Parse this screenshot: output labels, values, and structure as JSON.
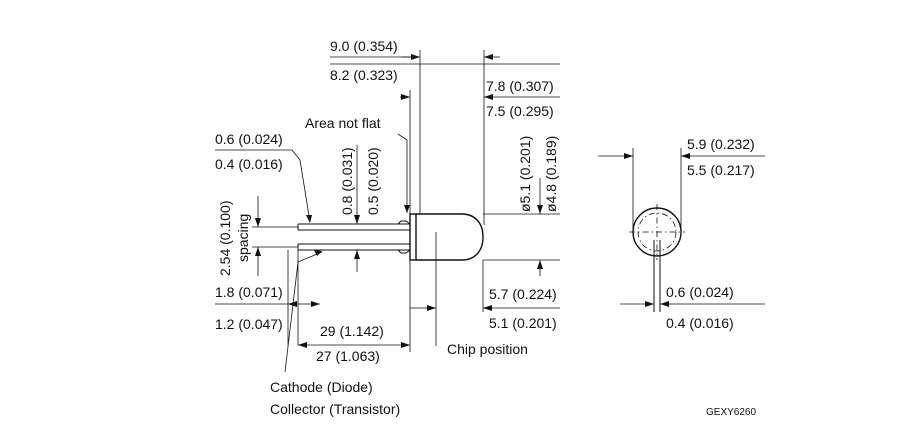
{
  "dimensions": {
    "total_width_max": "9.0 (0.354)",
    "total_width_min": "8.2 (0.323)",
    "body_length_max": "7.8 (0.307)",
    "body_length_min": "7.5 (0.295)",
    "lead_width_max": "0.6 (0.024)",
    "lead_width_min": "0.4 (0.016)",
    "lead_thickness_max": "0.8 (0.031)",
    "lead_thickness_min": "0.5 (0.020)",
    "lens_diameter_max": "ø5.1 (0.201)",
    "lens_diameter_min": "ø4.8 (0.189)",
    "lead_spacing": "2.54 (0.100)",
    "lead_spacing_word": "spacing",
    "short_lead_max": "1.8 (0.071)",
    "short_lead_min": "1.2 (0.047)",
    "lead_length_max": "29 (1.142)",
    "lead_length_min": "27 (1.063)",
    "chip_pos_max": "5.7 (0.224)",
    "chip_pos_min": "5.1 (0.201)",
    "flange_dia_max": "5.9 (0.232)",
    "flange_dia_min": "5.5 (0.217)",
    "side_lead_max": "0.6 (0.024)",
    "side_lead_min": "0.4 (0.016)"
  },
  "labels": {
    "area_not_flat": "Area not flat",
    "chip_position": "Chip position",
    "cathode": "Cathode (Diode)",
    "collector": "Collector (Transistor)",
    "drawing_code": "GEXY6260"
  }
}
